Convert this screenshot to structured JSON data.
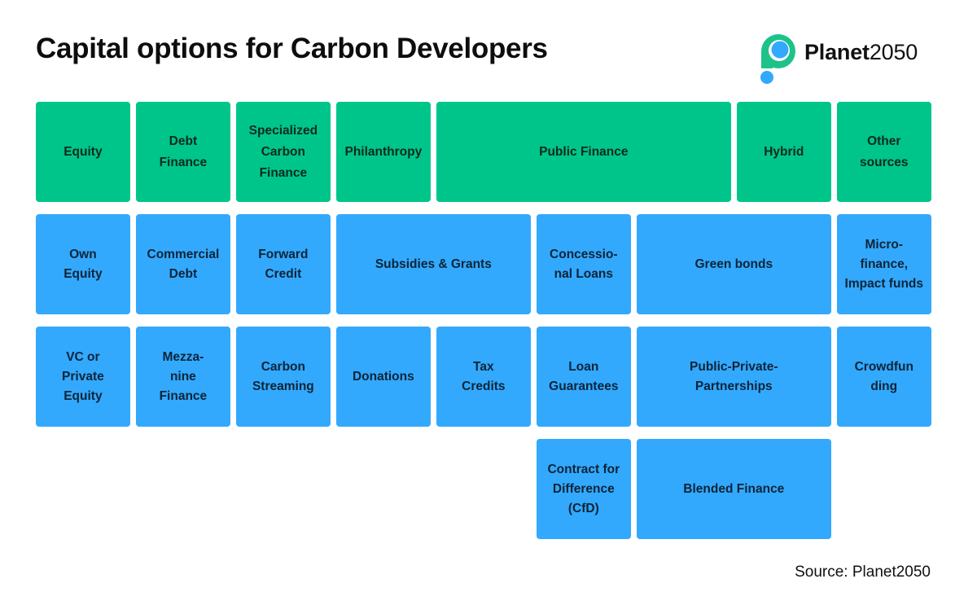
{
  "title": "Capital options for Carbon Developers",
  "logo": {
    "name_bold": "Planet",
    "name_regular": "2050"
  },
  "colors": {
    "category": "#00c58a",
    "option": "#33a9fd",
    "logo_green": "#1dc28a",
    "logo_blue": "#33a9fd"
  },
  "categories": [
    {
      "label": "Equity"
    },
    {
      "label": "Debt\nFinance"
    },
    {
      "label": "Specialized\nCarbon\nFinance"
    },
    {
      "label": "Philanthropy"
    },
    {
      "label": "Public Finance"
    },
    {
      "label": "Hybrid"
    },
    {
      "label": "Other\nsources"
    }
  ],
  "options": [
    {
      "label": "Own\nEquity"
    },
    {
      "label": "Commercial\nDebt"
    },
    {
      "label": "Forward\nCredit"
    },
    {
      "label": "Subsidies & Grants"
    },
    {
      "label": "Concessio-\nnal Loans"
    },
    {
      "label": "Green bonds"
    },
    {
      "label": "Micro-\nfinance,\nImpact funds"
    },
    {
      "label": "VC or\nPrivate\nEquity"
    },
    {
      "label": "Mezza-\nnine\nFinance"
    },
    {
      "label": "Carbon\nStreaming"
    },
    {
      "label": "Donations"
    },
    {
      "label": "Tax\nCredits"
    },
    {
      "label": "Loan\nGuarantees"
    },
    {
      "label": "Public-Private-\nPartnerships"
    },
    {
      "label": "Crowdfun\nding"
    },
    {
      "label": "Contract for\nDifference\n(CfD)"
    },
    {
      "label": "Blended Finance"
    }
  ],
  "source": "Source: Planet2050"
}
